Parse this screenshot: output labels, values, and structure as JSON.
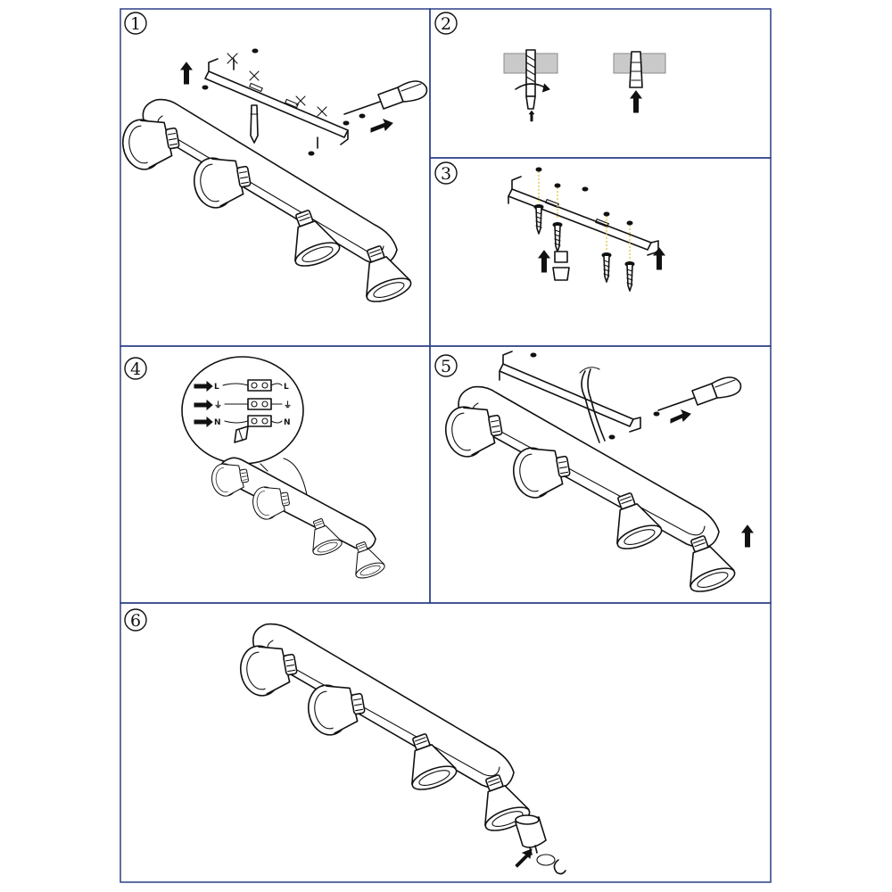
{
  "steps": [
    {
      "number": "1"
    },
    {
      "number": "2"
    },
    {
      "number": "3"
    },
    {
      "number": "4"
    },
    {
      "number": "5"
    },
    {
      "number": "6"
    }
  ],
  "wiring": {
    "live": "L",
    "earth": "⏚",
    "neutral": "N"
  },
  "colors": {
    "frame": "#2b3f86",
    "ink": "#111111",
    "wall": "#c9c9c9",
    "guide_dash": "#e3c84a"
  }
}
